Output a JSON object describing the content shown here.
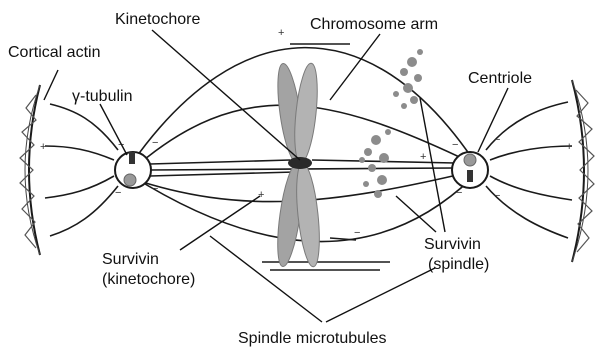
{
  "labels": {
    "kinetochore": "Kinetochore",
    "chromosome_arm": "Chromosome arm",
    "cortical_actin": "Cortical actin",
    "gamma_tubulin": "γ-tubulin",
    "centriole": "Centriole",
    "survivin_kinetochore_line1": "Survivin",
    "survivin_kinetochore_line2": "(kinetochore)",
    "survivin_spindle_line1": "Survivin",
    "survivin_spindle_line2": "(spindle)",
    "spindle_microtubules": "Spindle microtubules"
  },
  "polarity": {
    "plus": "+",
    "minus": "−"
  },
  "colors": {
    "stroke": "#1a1a1a",
    "chromosome": "#9a9a9a",
    "survivin": "#8c8c8c",
    "background": "#ffffff"
  }
}
